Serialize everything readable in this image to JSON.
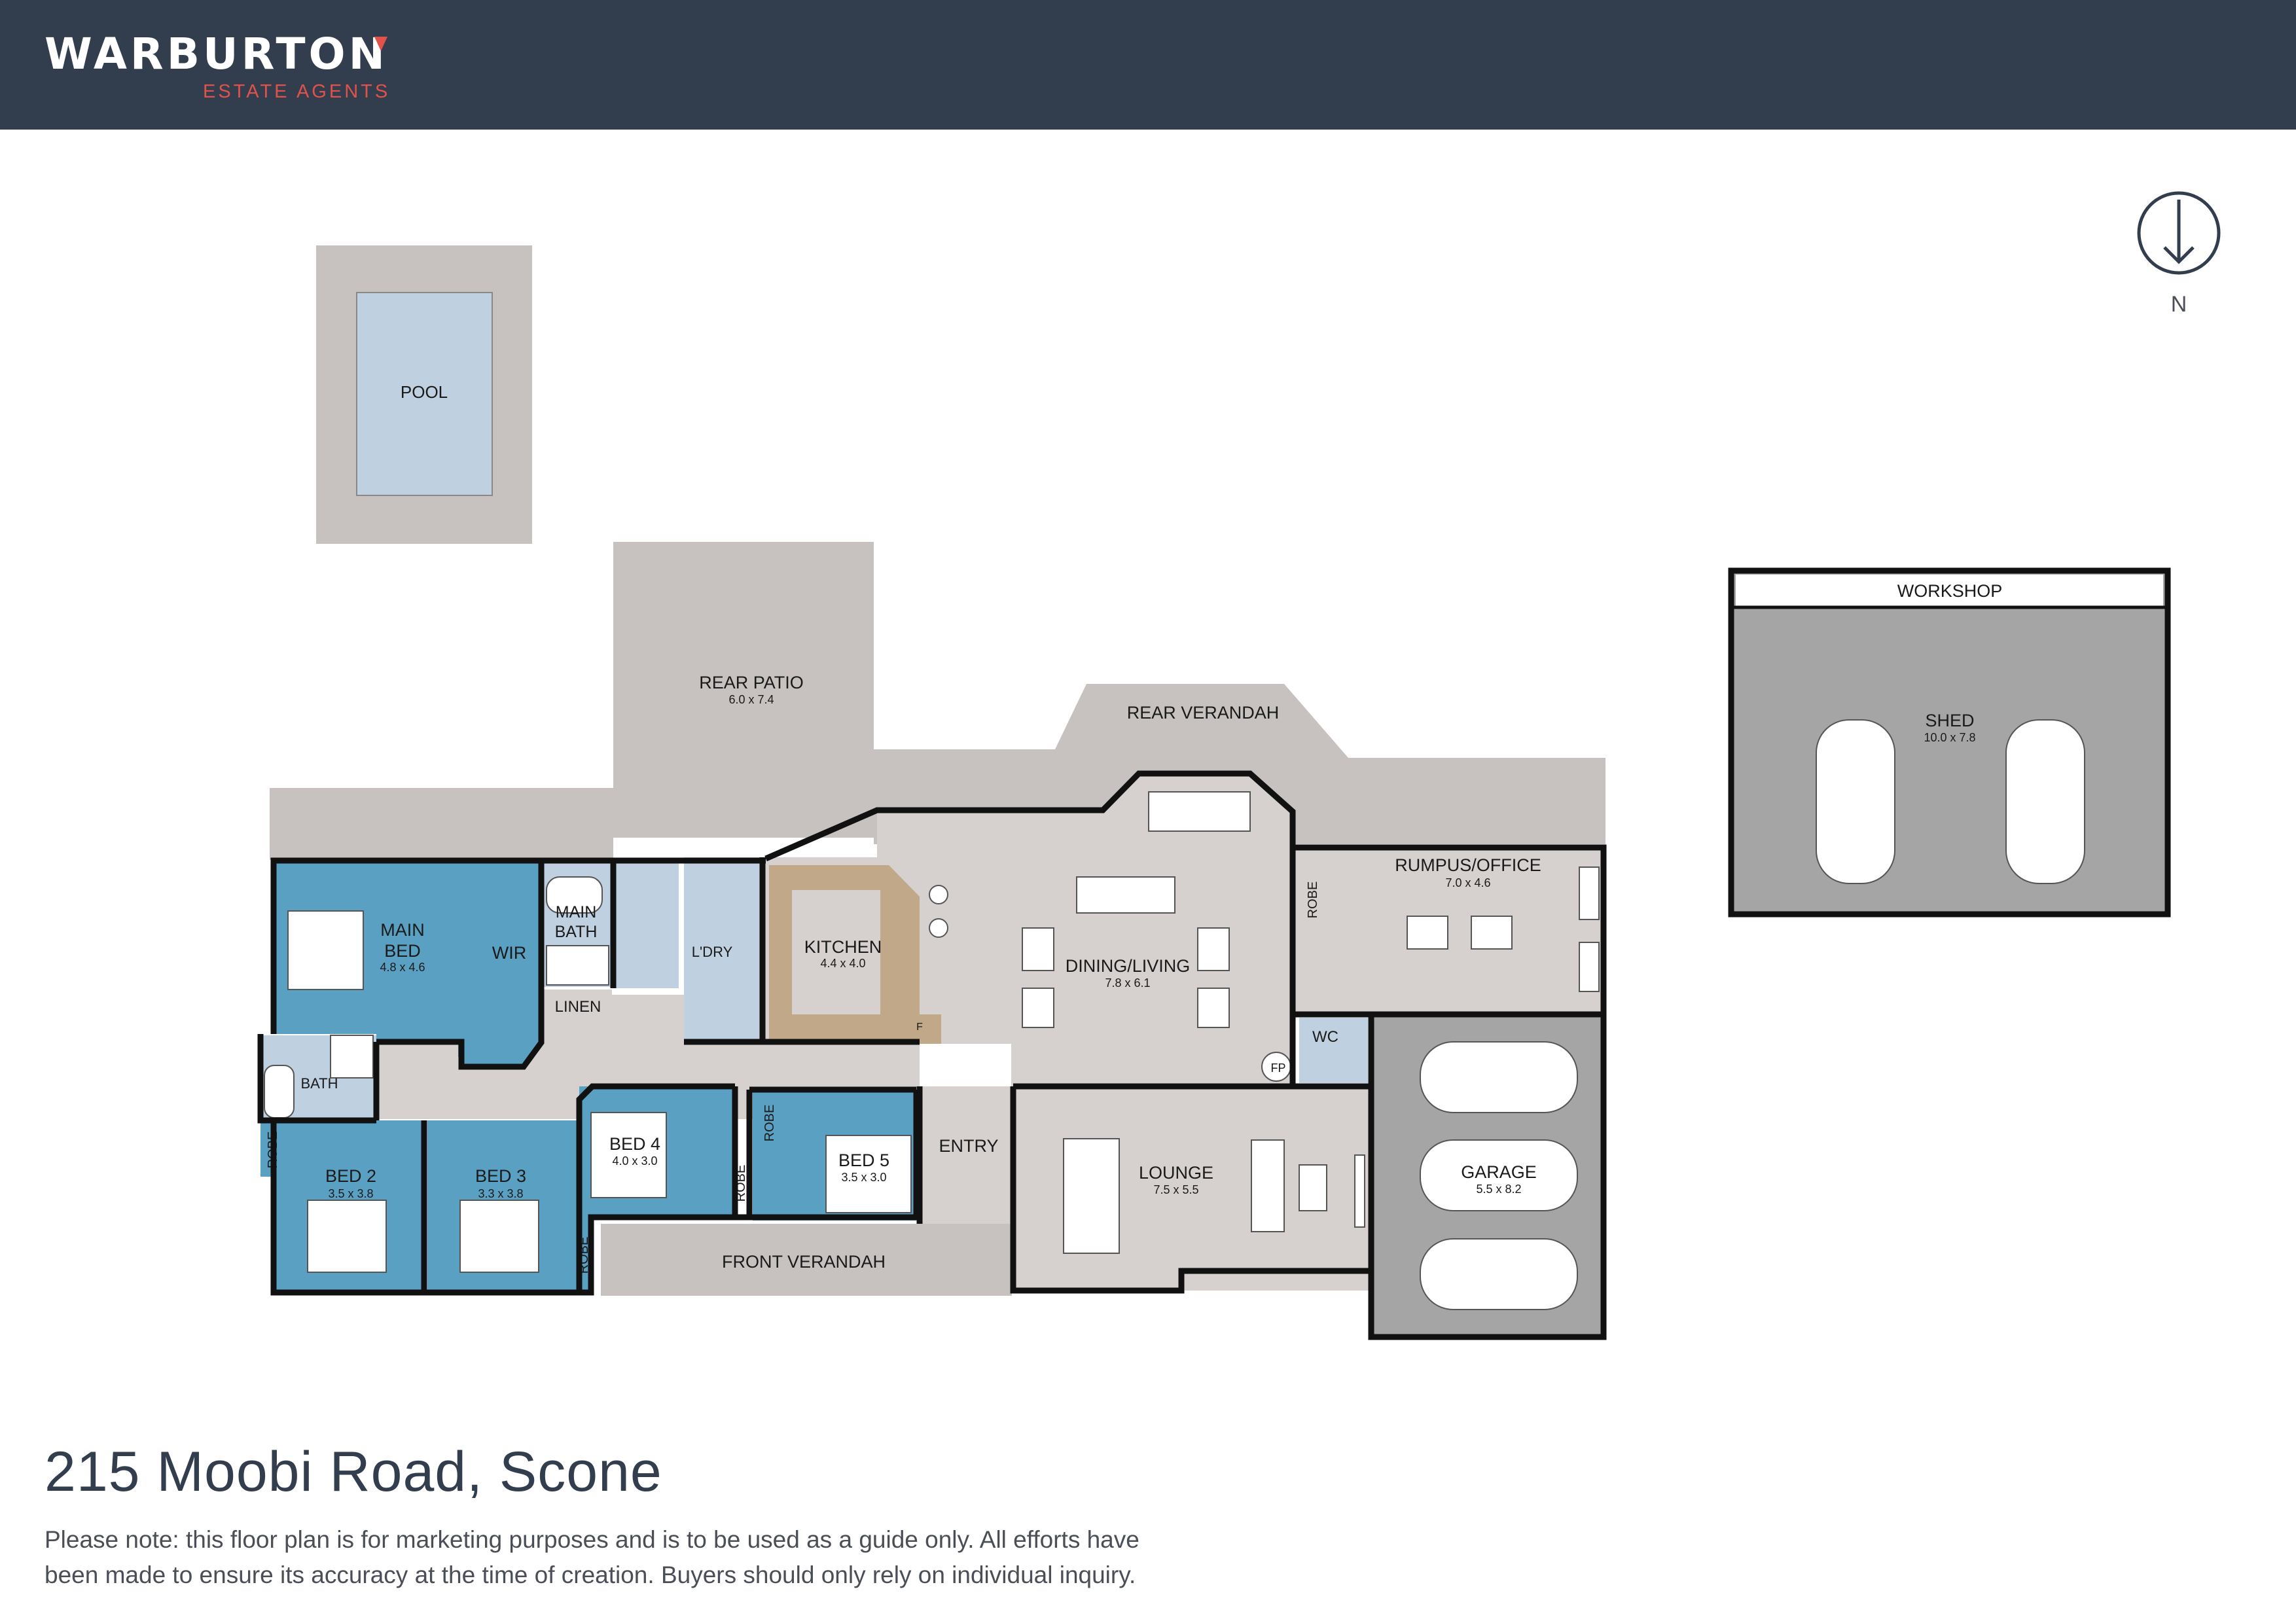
{
  "brand": {
    "name": "WARBURTON",
    "tagline": "ESTATE AGENTS",
    "accent_color": "#e0524a",
    "header_color": "#323d4e"
  },
  "compass": {
    "label": "N",
    "icon": "north-arrow-icon"
  },
  "rooms": {
    "pool": {
      "name": "POOL"
    },
    "rear_patio": {
      "name": "REAR PATIO",
      "size": "6.0 x 7.4"
    },
    "rear_verandah": {
      "name": "REAR VERANDAH"
    },
    "main_bed": {
      "name_1": "MAIN",
      "name_2": "BED",
      "size": "4.8 x 4.6"
    },
    "wir": {
      "name": "WIR"
    },
    "main_bath": {
      "name_1": "MAIN",
      "name_2": "BATH"
    },
    "linen": {
      "name": "LINEN"
    },
    "laundry": {
      "name": "L'DRY"
    },
    "kitchen": {
      "name": "KITCHEN",
      "size": "4.4 x 4.0"
    },
    "fridge": {
      "name": "F"
    },
    "dining_living": {
      "name": "DINING/LIVING",
      "size": "7.8 x 6.1"
    },
    "rumpus_office": {
      "name": "RUMPUS/OFFICE",
      "size": "7.0 x 4.6"
    },
    "wc": {
      "name": "WC"
    },
    "fireplace": {
      "name": "FP"
    },
    "bath": {
      "name": "BATH"
    },
    "bed2": {
      "name": "BED 2",
      "size": "3.5 x 3.8"
    },
    "bed3": {
      "name": "BED 3",
      "size": "3.3 x 3.8"
    },
    "bed4": {
      "name": "BED 4",
      "size": "4.0 x 3.0"
    },
    "bed5": {
      "name": "BED 5",
      "size": "3.5 x 3.0"
    },
    "robe": {
      "name": "ROBE"
    },
    "entry": {
      "name": "ENTRY"
    },
    "lounge": {
      "name": "LOUNGE",
      "size": "7.5 x 5.5"
    },
    "garage": {
      "name": "GARAGE",
      "size": "5.5 x 8.2"
    },
    "front_verandah": {
      "name": "FRONT VERANDAH"
    },
    "workshop": {
      "name": "WORKSHOP"
    },
    "shed": {
      "name": "SHED",
      "size": "10.0 x 7.8"
    }
  },
  "colors": {
    "bedroom": "#5aa0c2",
    "wet_area": "#bfd0e0",
    "living": "#d6d0ce",
    "outdoor": "#c7c2bf",
    "garage": "#a5a5a5",
    "kitchen_bench": "#c0a888",
    "wall": "#111111"
  },
  "listing": {
    "address": "215 Moobi Road, Scone",
    "disclaimer_1": "Please note: this floor plan is for marketing purposes and is to be used as a guide only. All efforts have",
    "disclaimer_2": "been made to ensure its accuracy at the time of creation. Buyers should only rely on individual inquiry."
  }
}
